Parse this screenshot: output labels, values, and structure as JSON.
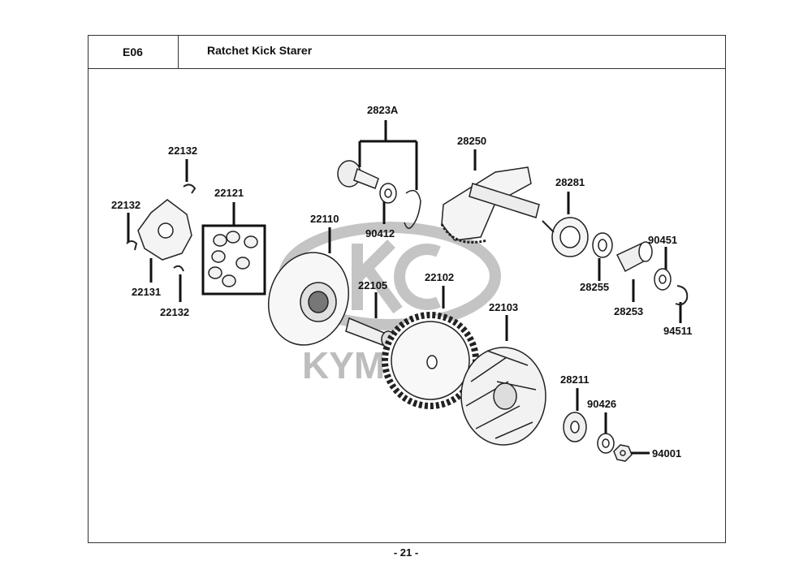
{
  "header": {
    "code": "E06",
    "title": "Ratchet Kick Starer"
  },
  "page_number": "- 21 -",
  "watermark": {
    "text": "KYMCO",
    "color": "#b8b8b8"
  },
  "labels": {
    "l22132a": "22132",
    "l22132b": "22132",
    "l22132c": "22132",
    "l22131": "22131",
    "l22121": "22121",
    "l22110": "22110",
    "l2823A": "2823A",
    "l90412": "90412",
    "l22105": "22105",
    "l22102": "22102",
    "l28250": "28250",
    "l28281": "28281",
    "l22103": "22103",
    "l28255": "28255",
    "l28253": "28253",
    "l90451": "90451",
    "l94511": "94511",
    "l28211": "28211",
    "l90426": "90426",
    "l94001": "94001"
  }
}
